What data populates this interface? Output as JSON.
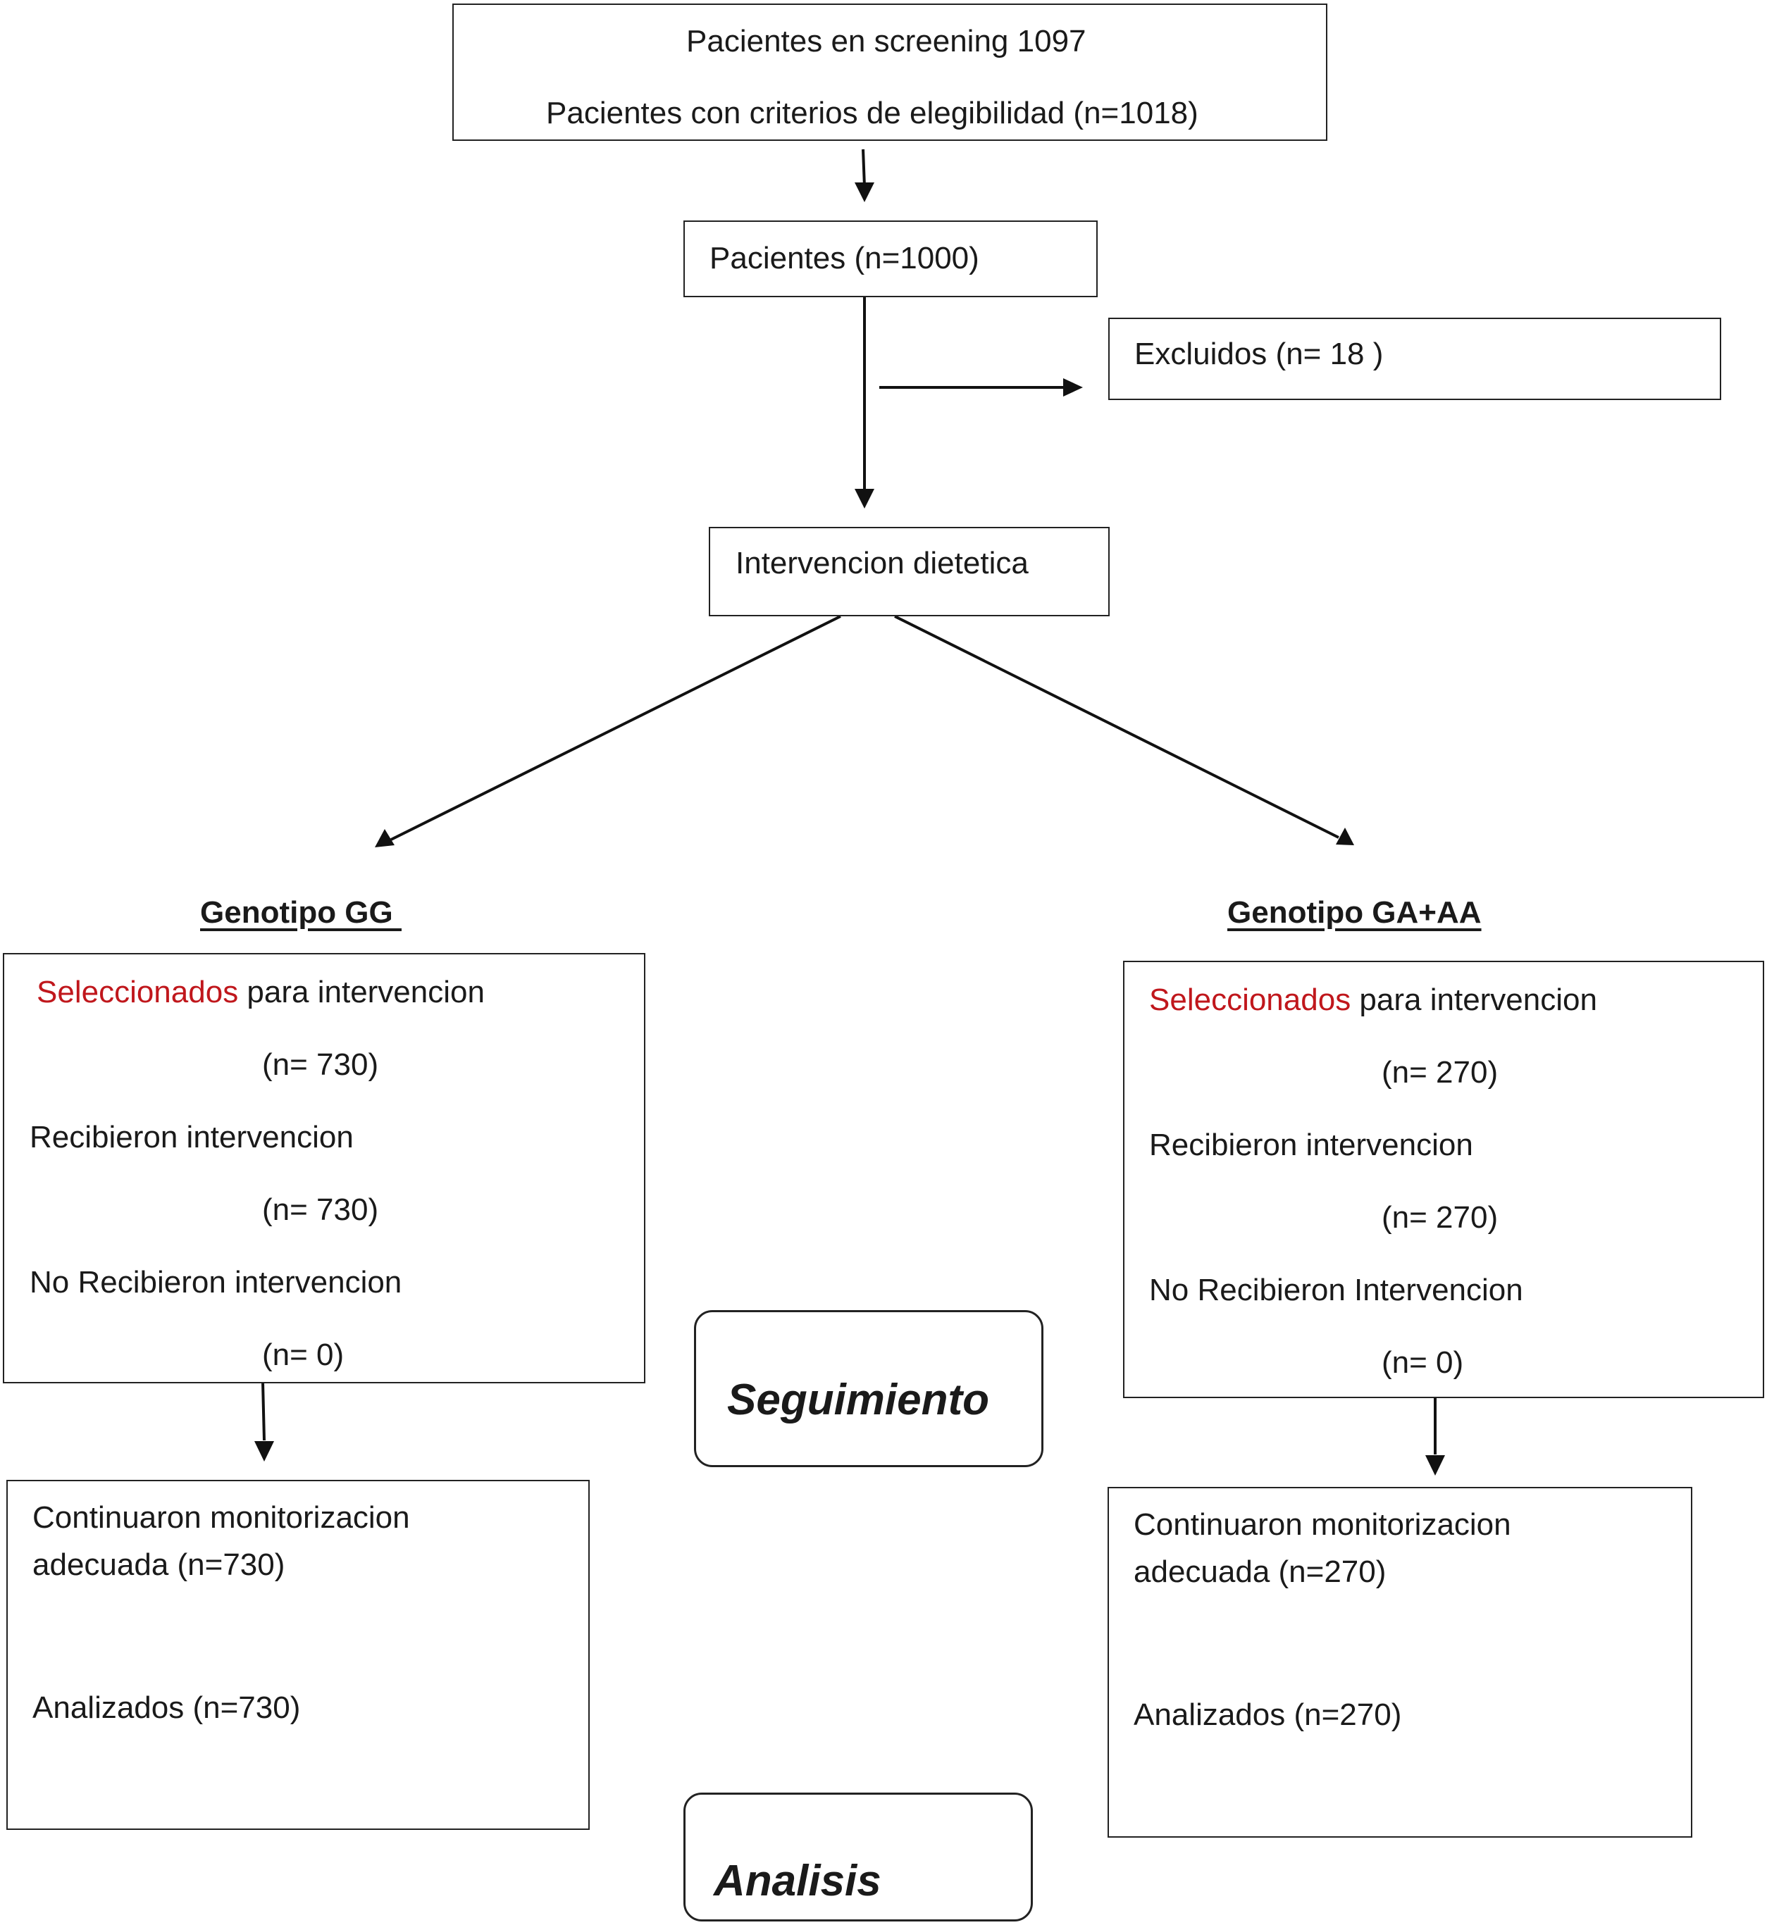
{
  "top": {
    "screening": "Pacientes en screening 1097",
    "eligible": "Pacientes  con criterios de elegibilidad (n=1018)"
  },
  "patients": "Pacientes (n=1000)",
  "excluded": "Excluidos (n=  18 )",
  "intervention": "Intervencion dietetica",
  "left": {
    "heading": "Genotipo GG ",
    "selected_word": "Seleccionados",
    "selected_rest": " para intervencion",
    "selected_n": "(n= 730)",
    "received": "Recibieron intervencion",
    "received_n": "(n= 730)",
    "not_received": "No Recibieron intervencion",
    "not_received_n": "(n= 0)",
    "continued_1": "Continuaron monitorizacion",
    "continued_2": "adecuada (n=730)",
    "analyzed": "Analizados (n=730)"
  },
  "right": {
    "heading": "Genotipo GA+AA",
    "selected_word": "Seleccionados",
    "selected_rest": " para intervencion",
    "selected_n": "(n= 270)",
    "received": "Recibieron intervencion",
    "received_n": "(n= 270)",
    "not_received": "No Recibieron Intervencion",
    "not_received_n": "(n= 0)",
    "continued_1": "Continuaron monitorizacion",
    "continued_2": "adecuada (n=270)",
    "analyzed": "Analizados (n=270)"
  },
  "stages": {
    "followup": "Seguimiento",
    "analysis": "Analisis"
  },
  "colors": {
    "highlight": "#c0171c",
    "line": "#111111"
  }
}
